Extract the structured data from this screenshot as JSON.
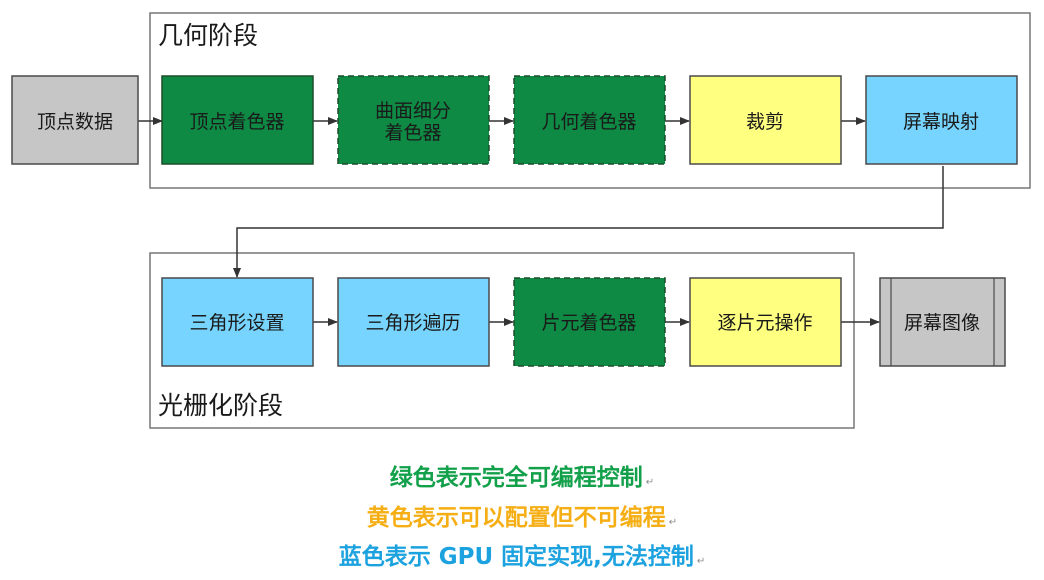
{
  "colors": {
    "programmable_fill": "#0e8a44",
    "programmable_border": "#1d4d2a",
    "configurable_fill": "#ffff80",
    "fixed_fill": "#77d4ff",
    "data_fill": "#c6c6c6",
    "box_border": "#4a4a4a",
    "stage_border": "#777777",
    "arrow": "#333333",
    "legend_green": "#12a04a",
    "legend_yellow": "#f5ae14",
    "legend_blue": "#1ca2df"
  },
  "stages": {
    "geometry": {
      "title": "几何阶段"
    },
    "raster": {
      "title": "光栅化阶段"
    }
  },
  "nodes": {
    "vertex_data": {
      "lines": [
        "顶点数据"
      ],
      "kind": "data"
    },
    "vertex_shader": {
      "lines": [
        "顶点着色器"
      ],
      "kind": "programmable"
    },
    "tessellation_shader": {
      "lines": [
        "曲面细分",
        "着色器"
      ],
      "kind": "programmable",
      "optional": true
    },
    "geometry_shader": {
      "lines": [
        "几何着色器"
      ],
      "kind": "programmable",
      "optional": true
    },
    "clipping": {
      "lines": [
        "裁剪"
      ],
      "kind": "configurable"
    },
    "screen_mapping": {
      "lines": [
        "屏幕映射"
      ],
      "kind": "fixed"
    },
    "triangle_setup": {
      "lines": [
        "三角形设置"
      ],
      "kind": "fixed"
    },
    "triangle_traversal": {
      "lines": [
        "三角形遍历"
      ],
      "kind": "fixed"
    },
    "fragment_shader": {
      "lines": [
        "片元着色器"
      ],
      "kind": "programmable",
      "optional": true
    },
    "per_fragment_ops": {
      "lines": [
        "逐片元操作"
      ],
      "kind": "configurable"
    },
    "screen_image": {
      "lines": [
        "屏幕图像"
      ],
      "kind": "output"
    }
  },
  "legend": {
    "green": "绿色表示完全可编程控制",
    "yellow": "黄色表示可以配置但不可编程",
    "blue": "蓝色表示 GPU 固定实现,无法控制",
    "mark": "↵"
  }
}
